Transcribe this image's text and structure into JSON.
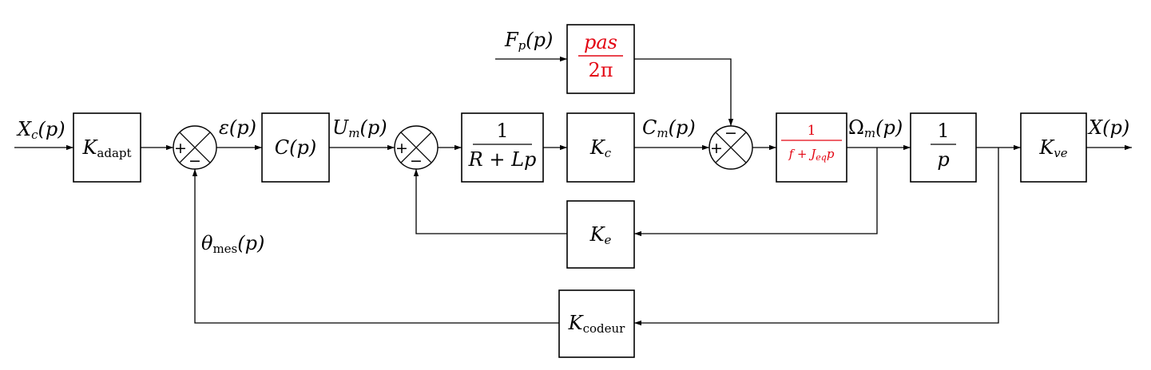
{
  "colors": {
    "ink": "#000000",
    "highlight": "#e30613"
  },
  "inputs": {
    "xc": {
      "main": "X",
      "sub": "c",
      "arg": "(p)"
    },
    "fp": {
      "main": "F",
      "sub": "p",
      "arg": "(p)"
    }
  },
  "signals": {
    "epsilon": {
      "main": "ε",
      "sub": "",
      "arg": "(p)"
    },
    "um": {
      "main": "U",
      "sub": "m",
      "arg": "(p)"
    },
    "cm": {
      "main": "C",
      "sub": "m",
      "arg": "(p)"
    },
    "omega": {
      "main": "Ω",
      "sub": "m",
      "arg": "(p)"
    },
    "x": {
      "main": "X",
      "sub": "",
      "arg": "(p)"
    },
    "theta": {
      "main": "θ",
      "sub": "mes",
      "arg": "(p)"
    }
  },
  "blocks": {
    "kadapt": {
      "main": "K",
      "sub": "adapt"
    },
    "cp": {
      "main": "C",
      "arg": "(p)"
    },
    "elec": {
      "num": "1",
      "den": "R + Lp"
    },
    "kc": {
      "main": "K",
      "sub": "c"
    },
    "pas": {
      "num": "pas",
      "den": "2π"
    },
    "meca": {
      "num": "1",
      "den_a": "f + J",
      "den_sub": "eq",
      "den_b": "p"
    },
    "integ": {
      "num": "1",
      "den": "p"
    },
    "kve": {
      "main": "K",
      "sub": "ve"
    },
    "ke": {
      "main": "K",
      "sub": "e"
    },
    "kcodeur": {
      "main": "K",
      "sub": "codeur"
    }
  },
  "signs": {
    "s1_plus": "+",
    "s1_minus": "−",
    "s2_plus": "+",
    "s2_minus": "−",
    "s3_plus": "+",
    "s3_minus": "−"
  }
}
